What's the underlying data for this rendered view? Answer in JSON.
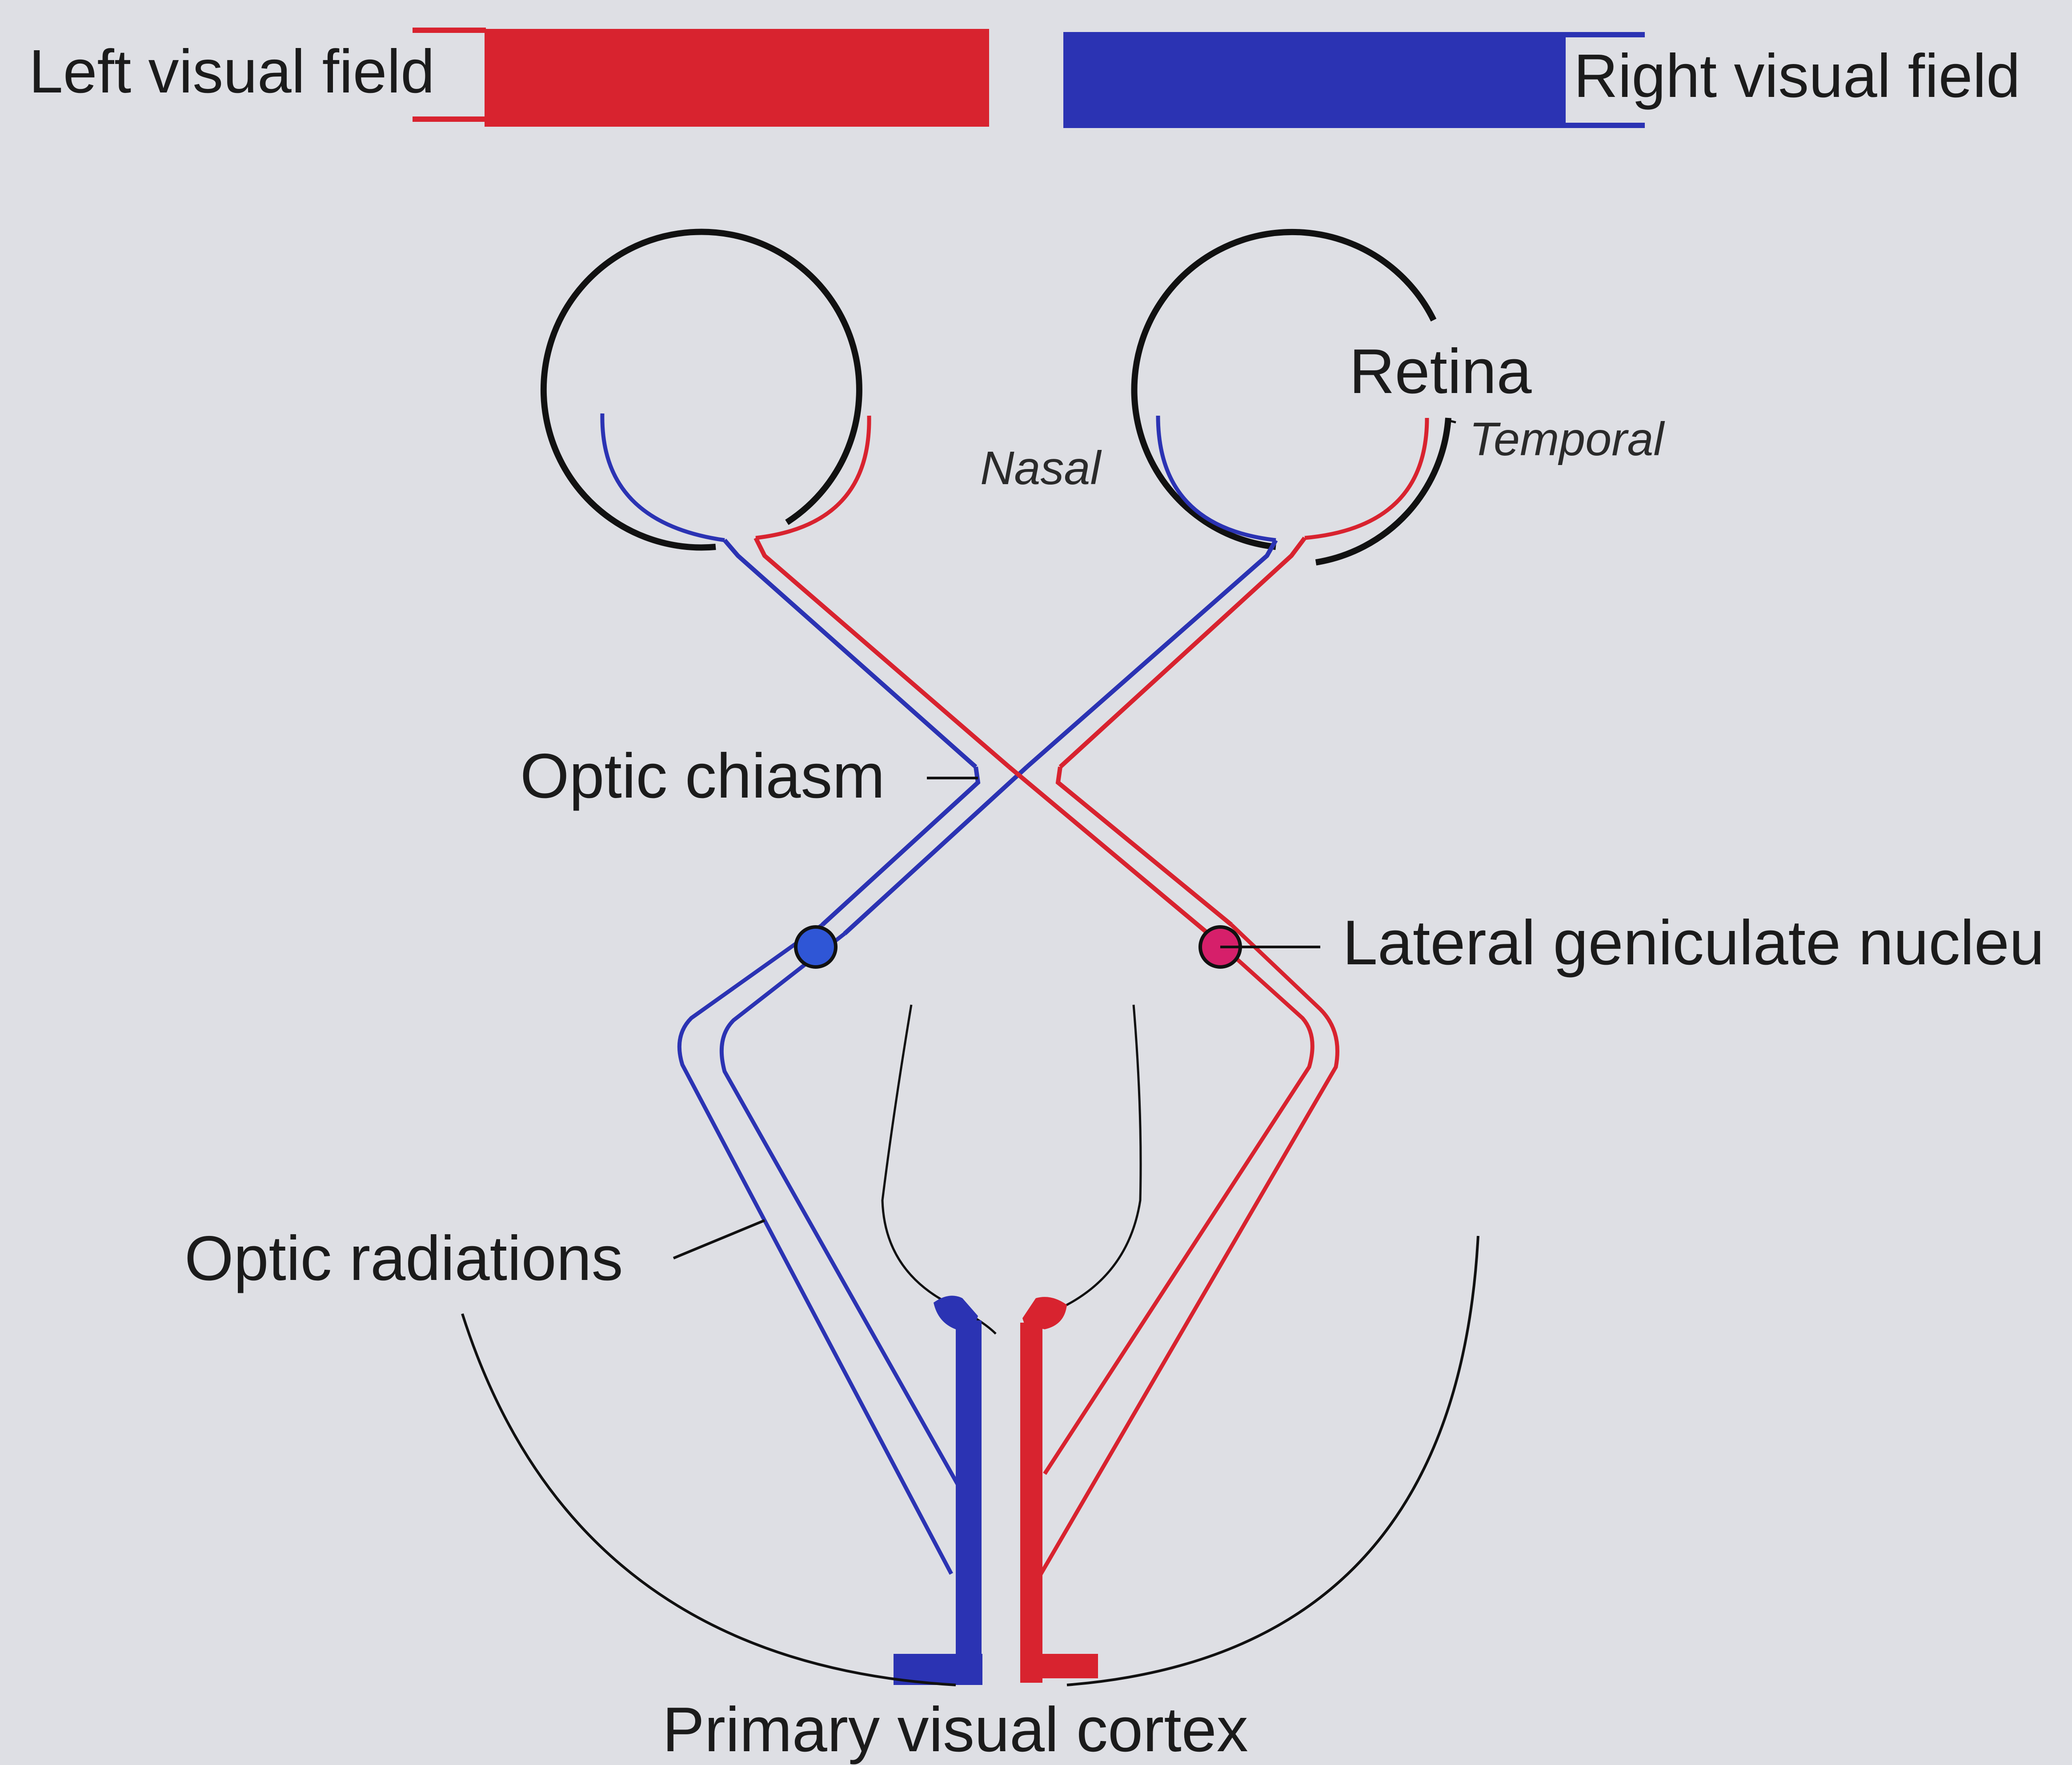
{
  "labels": {
    "left_visual_field": "Left visual field",
    "right_visual_field": "Right visual field",
    "retina": "Retina",
    "nasal": "Nasal",
    "temporal": "Temporal",
    "optic_chiasm": "Optic chiasm",
    "lateral_geniculate_nucleus": "Lateral geniculate nucleu",
    "optic_radiations": "Optic radiations",
    "primary_visual_cortex": "Primary visual cortex"
  },
  "colors": {
    "left_field_red": "#d8232f",
    "right_field_blue": "#2b33b3",
    "outline": "#111111",
    "lgn_left_fill": "#2f56d6",
    "lgn_right_fill": "#d61f6a"
  }
}
